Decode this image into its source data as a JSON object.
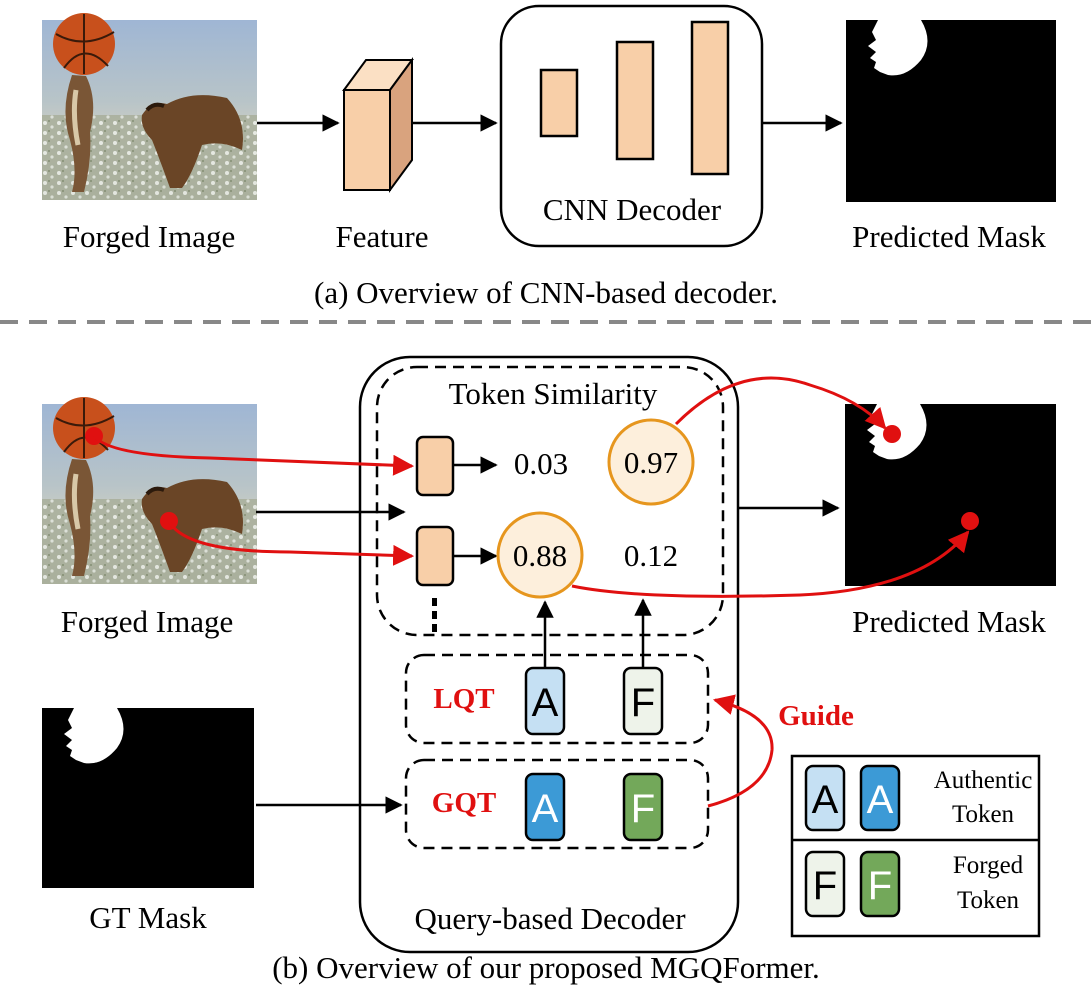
{
  "top": {
    "forged_image_label": "Forged Image",
    "feature_label": "Feature",
    "cnn_decoder_label": "CNN Decoder",
    "predicted_mask_label": "Predicted Mask",
    "caption": "(a) Overview of CNN-based decoder."
  },
  "bottom": {
    "forged_image_label": "Forged Image",
    "gt_mask_label": "GT Mask",
    "token_similarity_label": "Token Similarity",
    "query_decoder_label": "Query-based Decoder",
    "predicted_mask_label": "Predicted Mask",
    "score_row1_a": "0.03",
    "score_row1_b": "0.97",
    "score_row2_a": "0.88",
    "score_row2_b": "0.12",
    "lqt_label": "LQT",
    "gqt_label": "GQT",
    "token_a": "A",
    "token_f": "F",
    "guide_label": "Guide",
    "caption": "(b) Overview of our proposed MGQFormer."
  },
  "legend": {
    "authentic_line1": "Authentic",
    "authentic_line2": "Token",
    "forged_line1": "Forged",
    "forged_line2": "Token"
  },
  "colors": {
    "feature_fill": "#f8cfa8",
    "highlight_circle_fill": "#fdefdc",
    "highlight_circle_stroke": "#e6961e",
    "red_accent": "#e01010",
    "lqt_a_fill": "#c5e0f3",
    "lqt_f_fill": "#eef3ea",
    "gqt_a_fill": "#3c9ad6",
    "gqt_f_fill": "#73a85a",
    "divider": "#888888"
  }
}
